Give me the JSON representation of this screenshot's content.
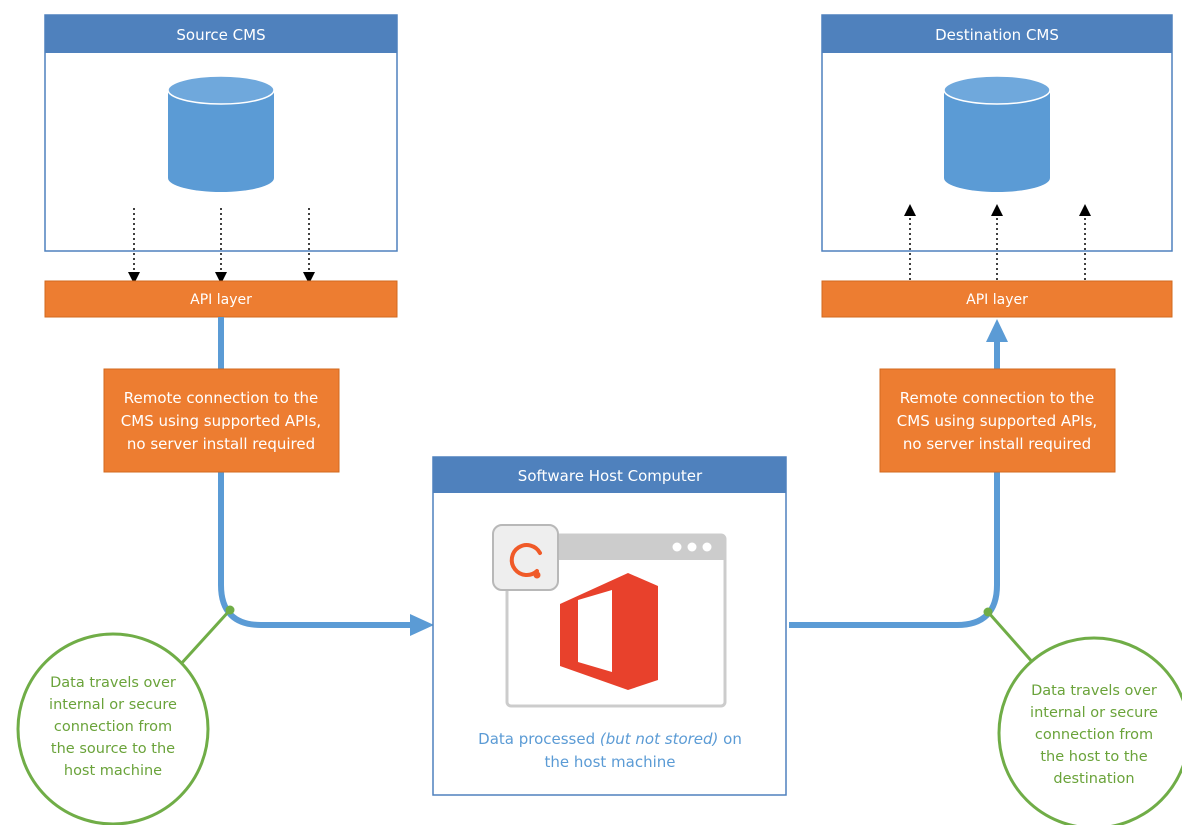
{
  "source_cms": {
    "title": "Source CMS",
    "api_label": "API layer",
    "note_lines": [
      "Remote connection to the",
      "CMS using supported APIs,",
      "no server install required"
    ]
  },
  "destination_cms": {
    "title": "Destination CMS",
    "api_label": "API layer",
    "note_lines": [
      "Remote connection to the",
      "CMS using supported APIs,",
      "no server install required"
    ]
  },
  "host": {
    "title": "Software Host Computer",
    "caption_line1_prefix": "Data processed ",
    "caption_line1_italic": "(but not stored)",
    "caption_line1_suffix": " on",
    "caption_line2": "the host machine"
  },
  "left_bubble_lines": [
    "Data travels over",
    "internal or secure",
    "connection from",
    "the source to the",
    "host machine"
  ],
  "right_bubble_lines": [
    "Data travels over",
    "internal or secure",
    "connection from",
    "the host to the",
    "destination"
  ],
  "icons": {
    "database": "database-cylinder-icon",
    "app": "office-logo-icon",
    "app_badge": "circular-q-logo-icon"
  },
  "colors": {
    "header_blue": "#4f81bd",
    "box_border": "#4f81bd",
    "db_blue": "#5b9bd5",
    "orange": "#ed7d31",
    "flow_blue": "#5b9bd5",
    "green": "#70ad47",
    "bubble_text": "#6aa33a",
    "office_red": "#e8412c",
    "badge_orange": "#f05a28"
  }
}
